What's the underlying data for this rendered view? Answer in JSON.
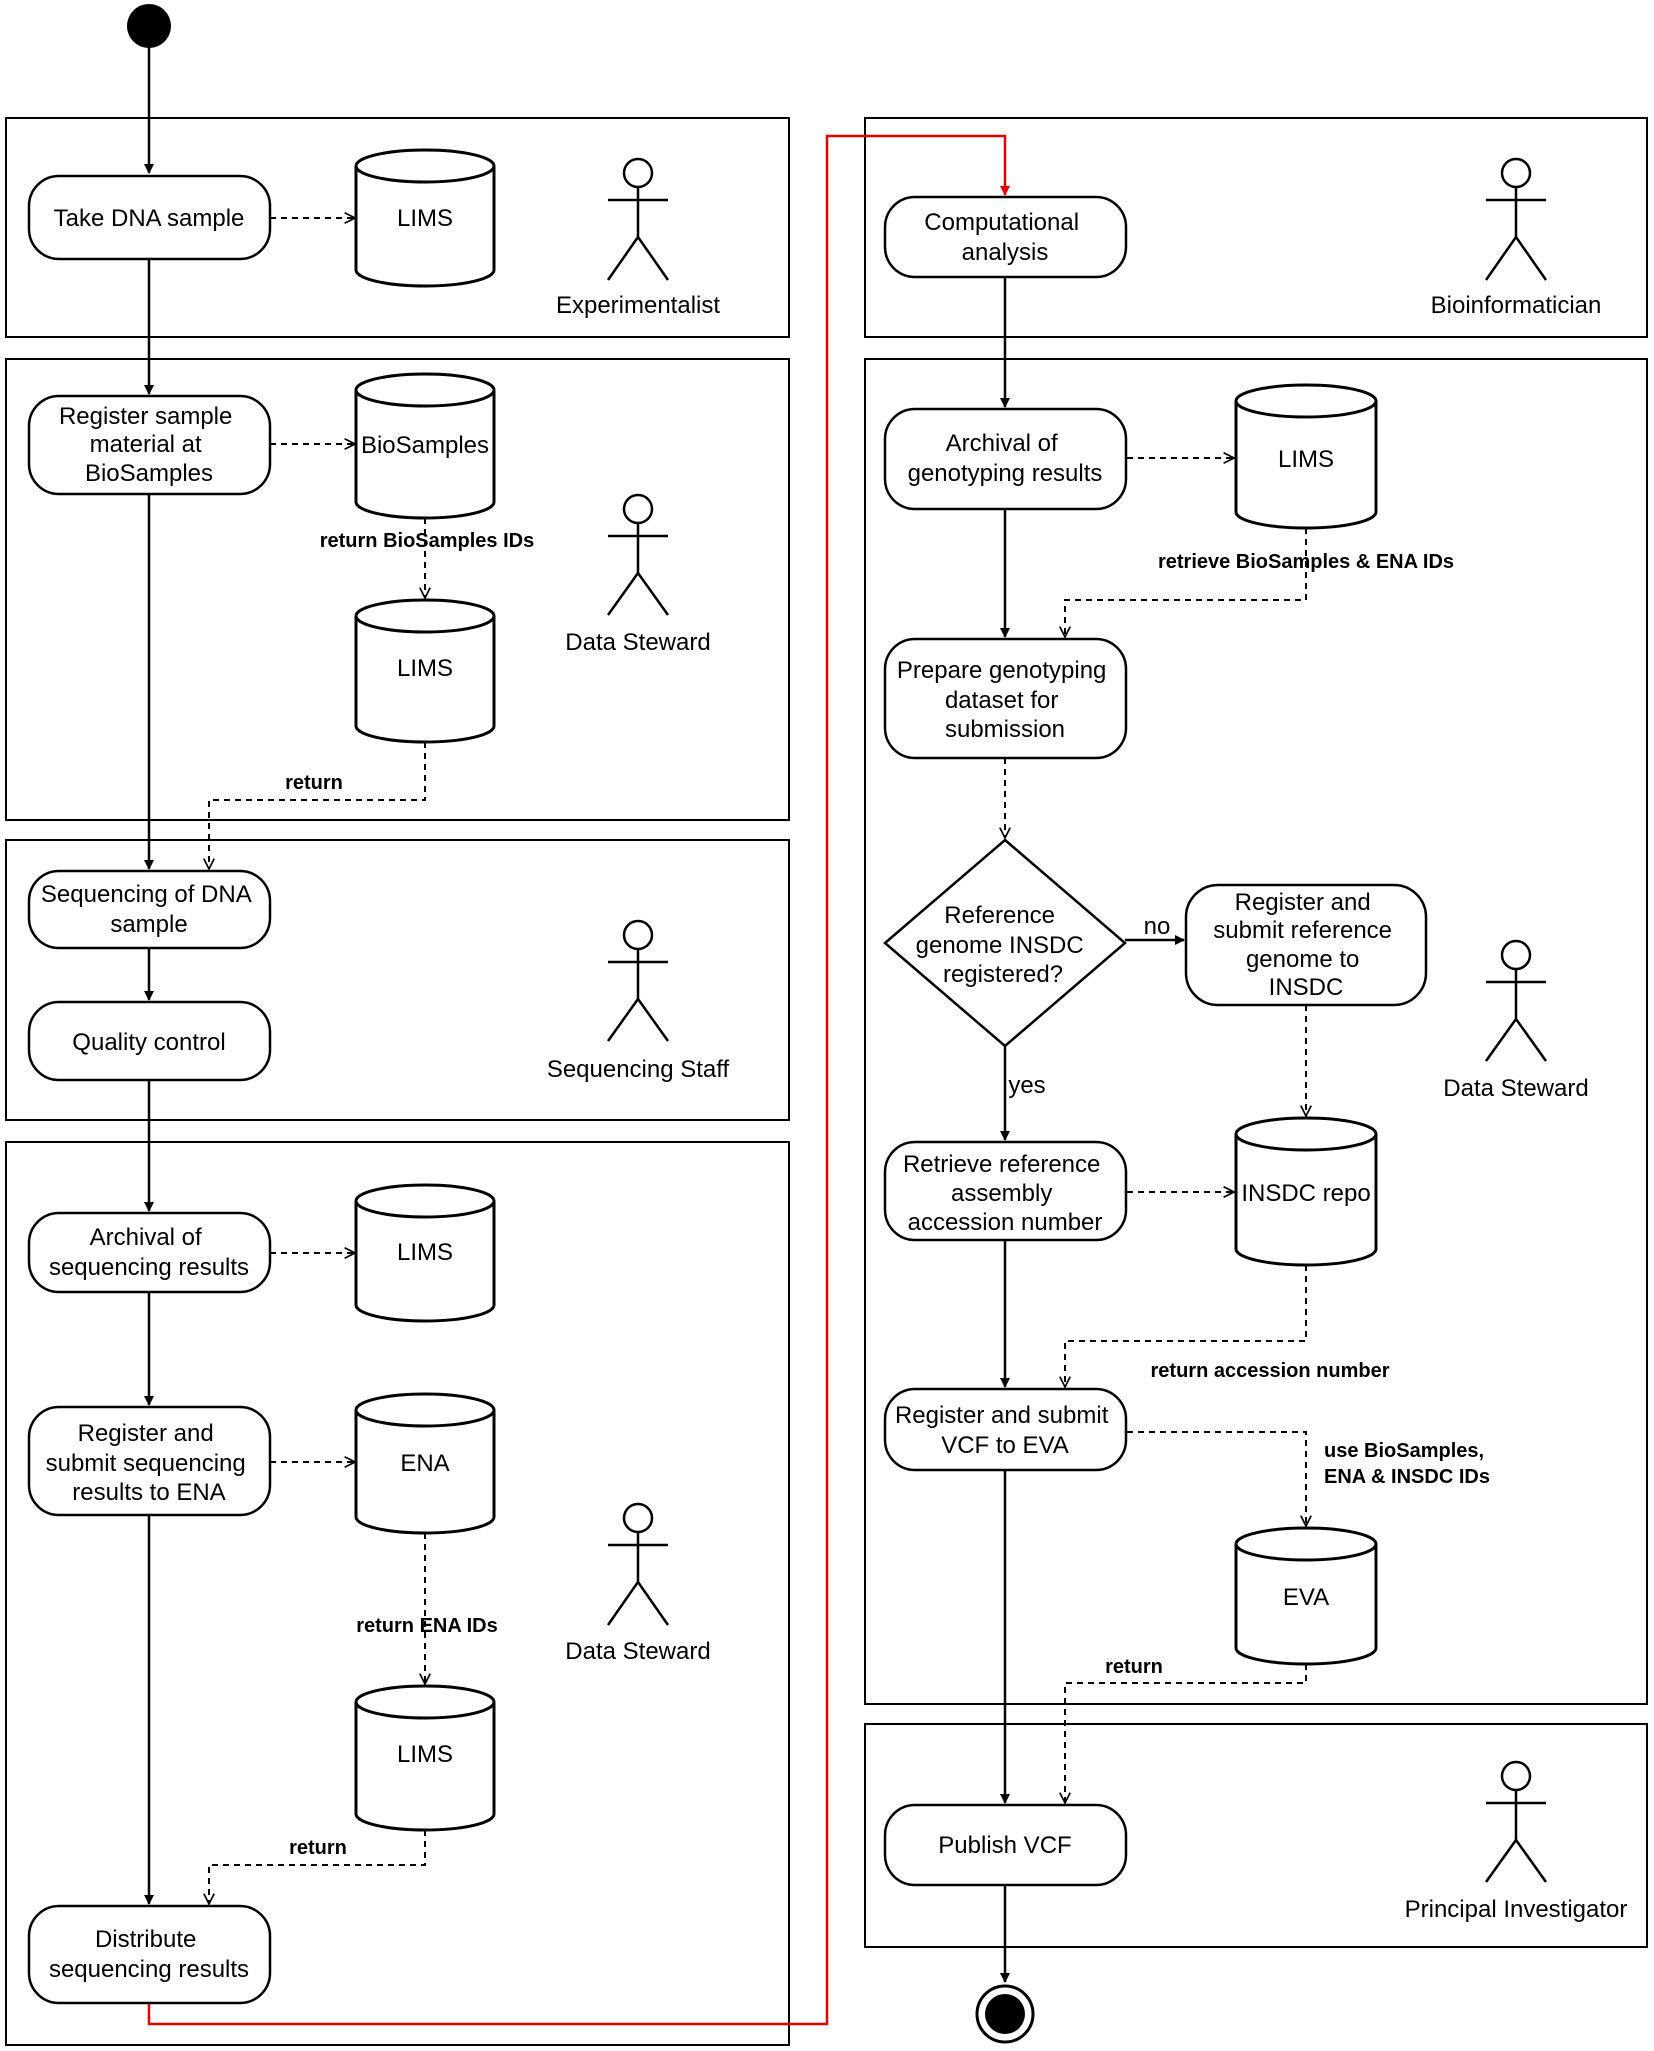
{
  "lanes": {
    "experimentalist": "Experimentalist",
    "data_steward_1": "Data Steward",
    "sequencing_staff": "Sequencing Staff",
    "data_steward_2": "Data Steward",
    "bioinformatician": "Bioinformatician",
    "data_steward_3": "Data Steward",
    "principal_investigator": "Principal Investigator"
  },
  "activities": {
    "take_dna_sample": [
      "Take DNA sample"
    ],
    "register_sample": [
      "Register sample",
      "material at",
      "BioSamples"
    ],
    "sequencing_dna": [
      "Sequencing of DNA",
      "sample"
    ],
    "quality_control": [
      "Quality control"
    ],
    "archival_sequencing": [
      "Archival of",
      "sequencing results"
    ],
    "register_submit_ena": [
      "Register and",
      "submit sequencing",
      "results to ENA"
    ],
    "distribute_results": [
      "Distribute",
      "sequencing results"
    ],
    "computational_analysis": [
      "Computational",
      "analysis"
    ],
    "archival_genotyping": [
      "Archival of",
      "genotyping results"
    ],
    "prepare_dataset": [
      "Prepare genotyping",
      "dataset for",
      "submission"
    ],
    "reference_decision": [
      "Reference",
      "genome INSDC",
      "registered?"
    ],
    "register_reference": [
      "Register and",
      "submit reference",
      "genome to",
      "INSDC"
    ],
    "retrieve_reference": [
      "Retrieve reference",
      "assembly",
      "accession number"
    ],
    "register_submit_vcf": [
      "Register and submit",
      "VCF to EVA"
    ],
    "publish_vcf": [
      "Publish VCF"
    ]
  },
  "datastores": {
    "lims_1": "LIMS",
    "biosamples": "BioSamples",
    "lims_2": "LIMS",
    "lims_3": "LIMS",
    "ena": "ENA",
    "lims_4": "LIMS",
    "lims_5": "LIMS",
    "insdc_repo": "INSDC repo",
    "eva": "EVA"
  },
  "edge_labels": {
    "return_biosamples_ids": [
      "return BioSamples IDs"
    ],
    "return_1": [
      "return"
    ],
    "return_ena_ids": [
      "return ENA IDs"
    ],
    "return_2": [
      "return"
    ],
    "retrieve_ids": [
      "retrieve BioSamples & ENA IDs"
    ],
    "no": [
      "no"
    ],
    "yes": [
      "yes"
    ],
    "return_accession": [
      "return accession number"
    ],
    "use_ids": [
      "use BioSamples,",
      "ENA & INSDC IDs"
    ],
    "return_3": [
      "return"
    ]
  }
}
